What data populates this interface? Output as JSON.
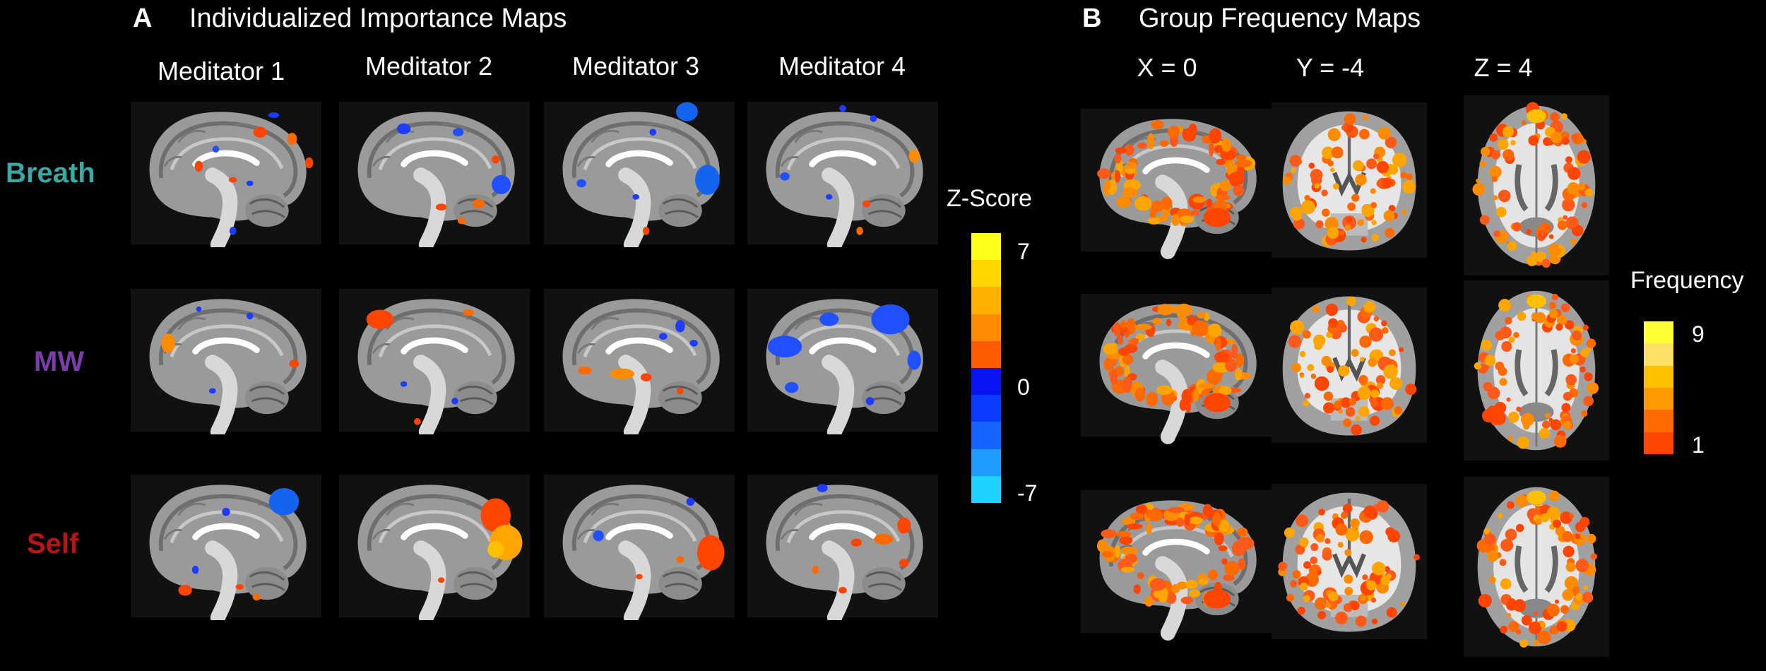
{
  "panel_a": {
    "letter": "A",
    "title": "Individualized Importance Maps",
    "columns": [
      "Meditator 1",
      "Meditator 2",
      "Meditator 3",
      "Meditator 4"
    ],
    "rows": [
      {
        "label": "Breath",
        "color": "#3aa9a3"
      },
      {
        "label": "MW",
        "color": "#7a3ea8"
      },
      {
        "label": "Self",
        "color": "#b81616"
      }
    ],
    "scale": {
      "title": "Z-Score",
      "ticks": [
        "7",
        "0",
        "-7"
      ],
      "colors": [
        "#ffff1a",
        "#ffd700",
        "#ffb000",
        "#ff8c00",
        "#ff5a00",
        "#0a14f0",
        "#0a3cff",
        "#1464ff",
        "#1e9bff",
        "#1ed2ff"
      ]
    }
  },
  "panel_b": {
    "letter": "B",
    "title": "Group Frequency Maps",
    "columns": [
      "X = 0",
      "Y = -4",
      "Z = 4"
    ],
    "scale": {
      "title": "Frequency",
      "ticks": [
        "9",
        "1"
      ],
      "colors": [
        "#ffff33",
        "#ffe066",
        "#ffc000",
        "#ff9a00",
        "#ff6a00",
        "#ff4500"
      ]
    }
  }
}
